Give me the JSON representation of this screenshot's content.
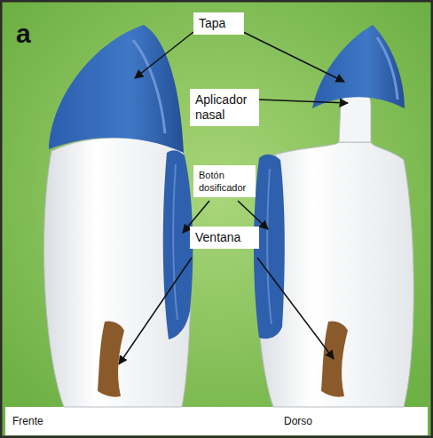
{
  "diagram": {
    "labels": [
      "a",
      "Tapa",
      "Aplicador nasal",
      "Botón dosificador",
      "Ventana",
      "Frente",
      "Dorso"
    ]
  }
}
